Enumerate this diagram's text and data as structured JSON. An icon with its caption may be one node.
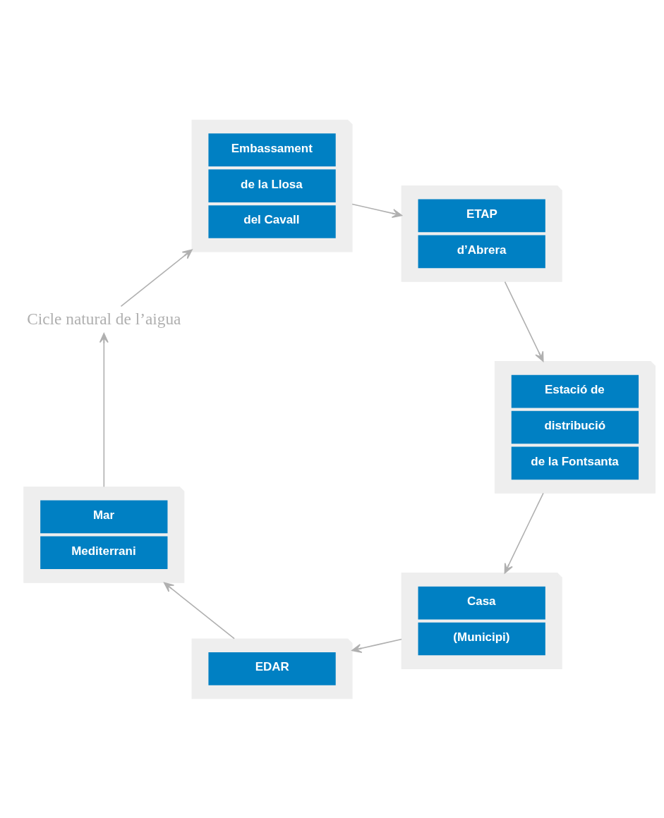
{
  "diagram": {
    "nodes": [
      {
        "text": [
          "Casa",
          "(Municipi)"
        ]
      },
      {
        "text": [
          "Estació de",
          "distribució",
          "de la Fontsanta"
        ]
      },
      {
        "text": [
          "EDAR"
        ]
      },
      {
        "text": [
          "ETAP",
          "d’Abrera"
        ]
      },
      {
        "text": [
          "Mar",
          "Mediterrani"
        ]
      },
      {
        "text": [
          "Cicle natural de l’aigua"
        ]
      },
      {
        "text": [
          "Embassament",
          "de la Llosa",
          "del Cavall"
        ]
      }
    ],
    "edges": [
      {
        "from": 0,
        "to": 2,
        "arrow": "to"
      },
      {
        "from": 2,
        "to": 4,
        "arrow": "to"
      },
      {
        "from": 4,
        "to": 5,
        "arrow": "to"
      },
      {
        "from": 5,
        "to": 6,
        "arrow": "to"
      },
      {
        "from": 6,
        "to": 3,
        "arrow": "to"
      },
      {
        "from": 3,
        "to": 1,
        "arrow": "to"
      },
      {
        "from": 1,
        "to": 0,
        "arrow": "to"
      }
    ]
  }
}
